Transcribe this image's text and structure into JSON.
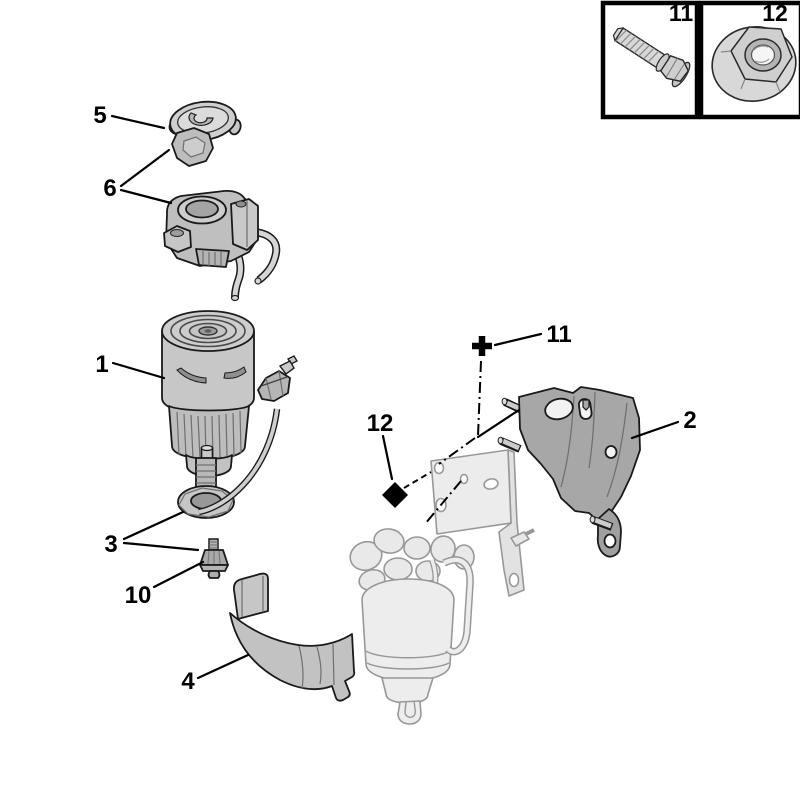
{
  "diagram": {
    "type": "exploded-parts-diagram",
    "subject": "Fuel filter assembly",
    "colors": {
      "background": "#ffffff",
      "outline": "#1a1a1a",
      "part_fill": "#c7c7c7",
      "bracket_fill": "#a7a7a7",
      "ghost_outline": "#989898",
      "ghost_fill": "#ededed",
      "symbol": "#000000"
    },
    "callouts": [
      {
        "label": "5",
        "part": "cap-and-clip"
      },
      {
        "label": "6",
        "part": "filter-head"
      },
      {
        "label": "1",
        "part": "filter-cartridge"
      },
      {
        "label": "3",
        "part": "water-sensor-and-drain"
      },
      {
        "label": "10",
        "part": "bleed-screw"
      },
      {
        "label": "4",
        "part": "retaining-strap"
      },
      {
        "label": "11",
        "part": "bolt-position"
      },
      {
        "label": "12",
        "part": "nut-position"
      },
      {
        "label": "2",
        "part": "mounting-bracket"
      }
    ],
    "inset": {
      "items": [
        {
          "number": "11",
          "part": "hex-flange-bolt"
        },
        {
          "number": "12",
          "part": "hex-flange-nut"
        }
      ]
    }
  }
}
